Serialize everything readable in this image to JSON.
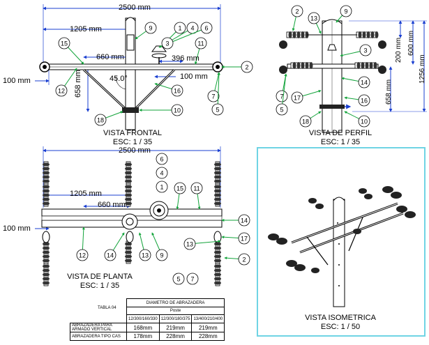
{
  "views": {
    "frontal": {
      "title": "VISTA FRONTAL",
      "scale": "ESC: 1 / 35"
    },
    "perfil": {
      "title": "VISTA DE PERFIL",
      "scale": "ESC: 1 / 35"
    },
    "planta": {
      "title": "VISTA DE PLANTA",
      "scale": "ESC: 1 / 35"
    },
    "isometrica": {
      "title": "VISTA ISOMETRICA",
      "scale": "ESC: 1 / 50"
    }
  },
  "dimensions": {
    "frontal": {
      "total_width": "2500 mm",
      "half_width": "1205 mm",
      "inner": "660 mm",
      "arm": "396 mm",
      "side": "100 mm",
      "right": "100 mm",
      "height": "658 mm",
      "angle": "45.0°"
    },
    "perfil": {
      "d1": "200 mm",
      "d2": "600 mm",
      "d3": "1256 mm",
      "d4": "658 mm"
    },
    "planta": {
      "total_width": "2500 mm",
      "half_width": "1205 mm",
      "inner": "660 mm",
      "side": "100 mm"
    }
  },
  "callouts": {
    "frontal": [
      "15",
      "9",
      "1",
      "4",
      "6",
      "3",
      "11",
      "2",
      "12",
      "16",
      "7",
      "5",
      "10",
      "18"
    ],
    "perfil": [
      "2",
      "13",
      "9",
      "3",
      "7",
      "5",
      "17",
      "14",
      "16",
      "18",
      "10"
    ],
    "planta": [
      "6",
      "4",
      "1",
      "15",
      "11",
      "14",
      "12",
      "14",
      "13",
      "9",
      "17",
      "13",
      "2",
      "5",
      "7"
    ]
  },
  "table": {
    "title": "TABLA 04",
    "header_group": "DIAMETRO DE ABRAZADERA",
    "header_sub": "Poste",
    "columns": [
      "12/300/160/330",
      "12/300/180/375",
      "13/400/210/400"
    ],
    "rows": [
      {
        "label": "ABRAZADERA PARA ARMADO VERTICAL",
        "values": [
          "168mm",
          "219mm",
          "219mm"
        ]
      },
      {
        "label": "ABRAZADERA TIPO CAS",
        "values": [
          "178mm",
          "228mm",
          "228mm"
        ]
      }
    ]
  },
  "colors": {
    "dimension": "#1a3fd1",
    "leader": "#12a33a",
    "frame": "#6fd4e4",
    "line": "#000000"
  }
}
